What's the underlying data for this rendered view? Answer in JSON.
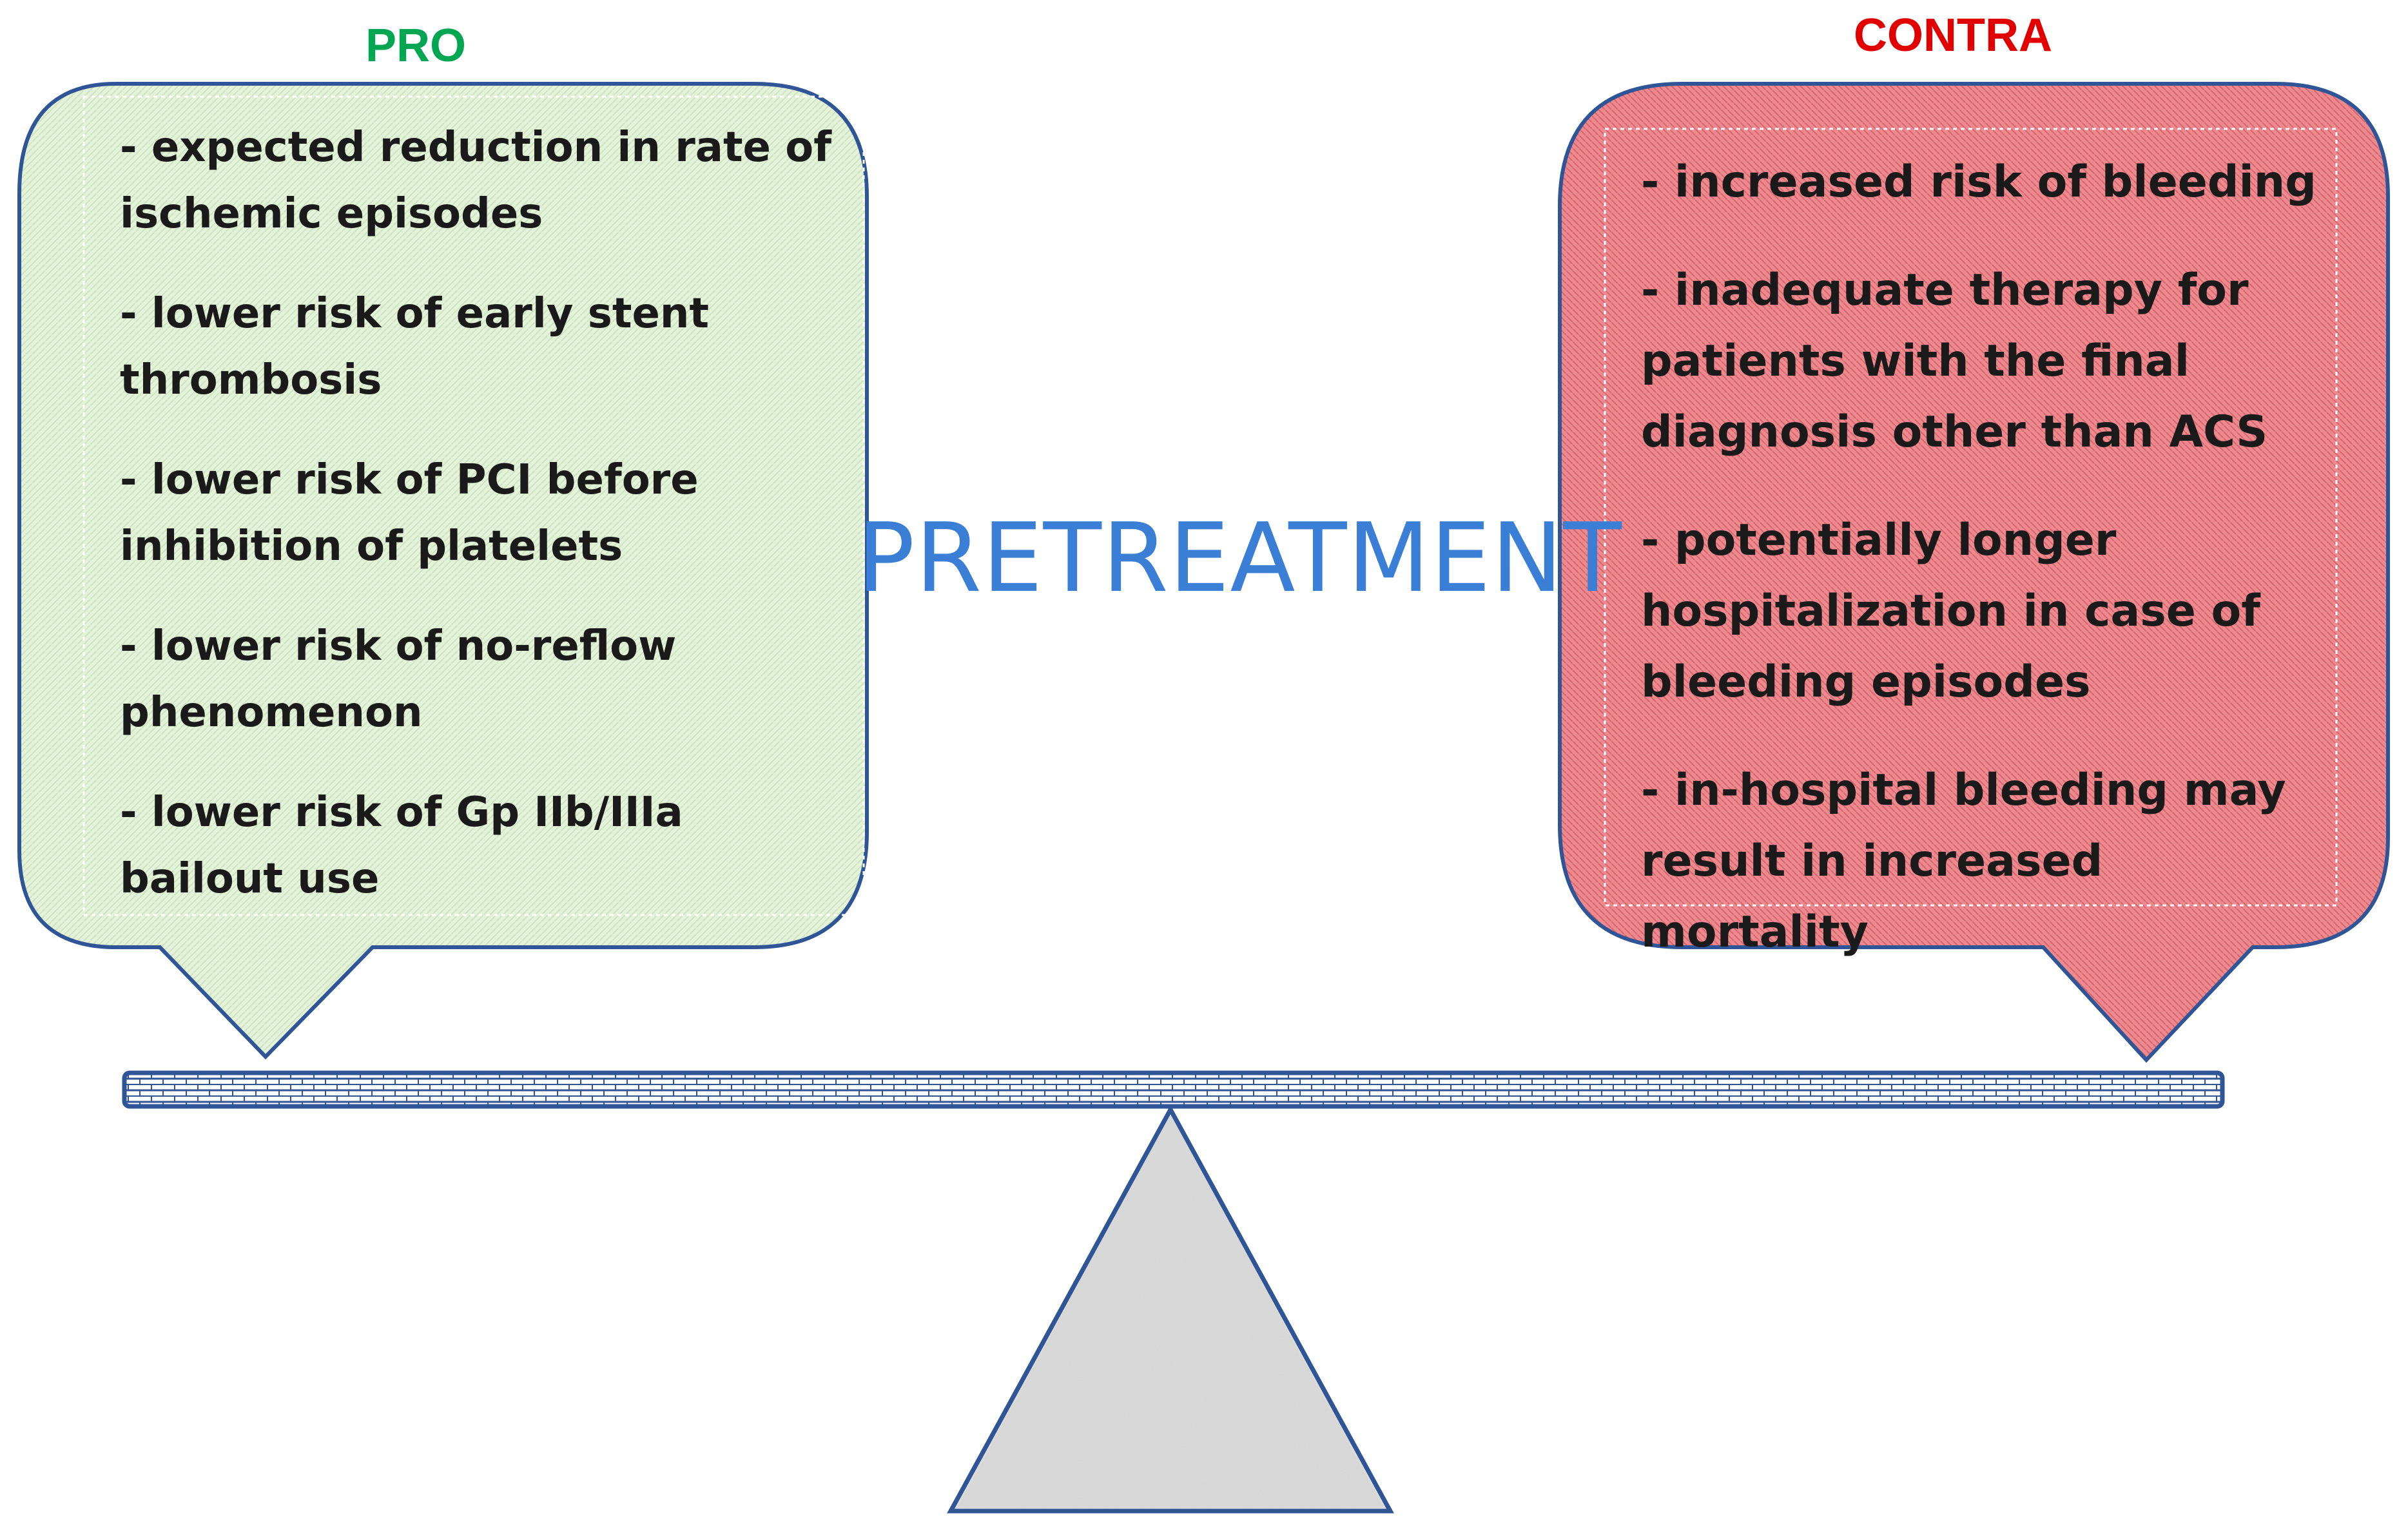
{
  "pro": {
    "heading": "PRO",
    "items": [
      "- expected reduction in rate of ischemic episodes",
      "- lower risk of early stent thrombosis",
      "- lower risk of PCI before inhibition of platelets",
      "- lower risk of no-reflow phenomenon",
      "- lower risk of Gp IIb/IIIa bailout use"
    ]
  },
  "contra": {
    "heading": "CONTRA",
    "items": [
      "- increased risk of bleeding",
      "- inadequate therapy for patients with the final diagnosis other than ACS",
      "- potentially longer hospitalization in case of bleeding episodes",
      "- in-hospital bleeding may result in increased mortality"
    ]
  },
  "center_title": "PRETREATMENT",
  "colors": {
    "pro_heading": "#00a651",
    "contra_heading": "#e00000",
    "pro_fill": "#dff0d5",
    "contra_fill": "#ea7f86",
    "outline": "#2f5597",
    "title": "#3a7fd5",
    "fulcrum": "#d8d8d8"
  }
}
